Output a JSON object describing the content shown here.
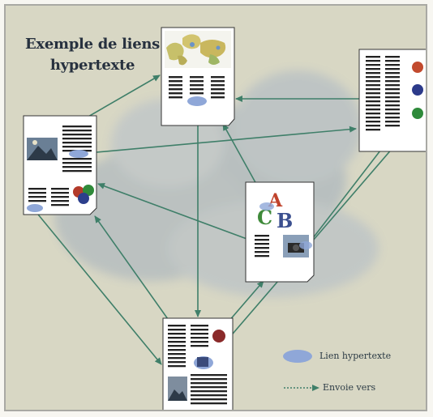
{
  "title_line1": "Exemple de liens",
  "title_line2": "hypertexte",
  "legend": {
    "link_label": "Lien hypertexte",
    "arrow_label": "Envoie vers"
  },
  "colors": {
    "background": "#d8d7c4",
    "cloud": "#b9bfc0",
    "arrow": "#3f7f69",
    "hyperlink": "#8fa7d8",
    "page": "#ffffff",
    "text_lines": "#222222"
  },
  "icons": [
    "world-map-image",
    "landscape-photo",
    "colored-circles",
    "abc-letters",
    "camera-photo"
  ]
}
